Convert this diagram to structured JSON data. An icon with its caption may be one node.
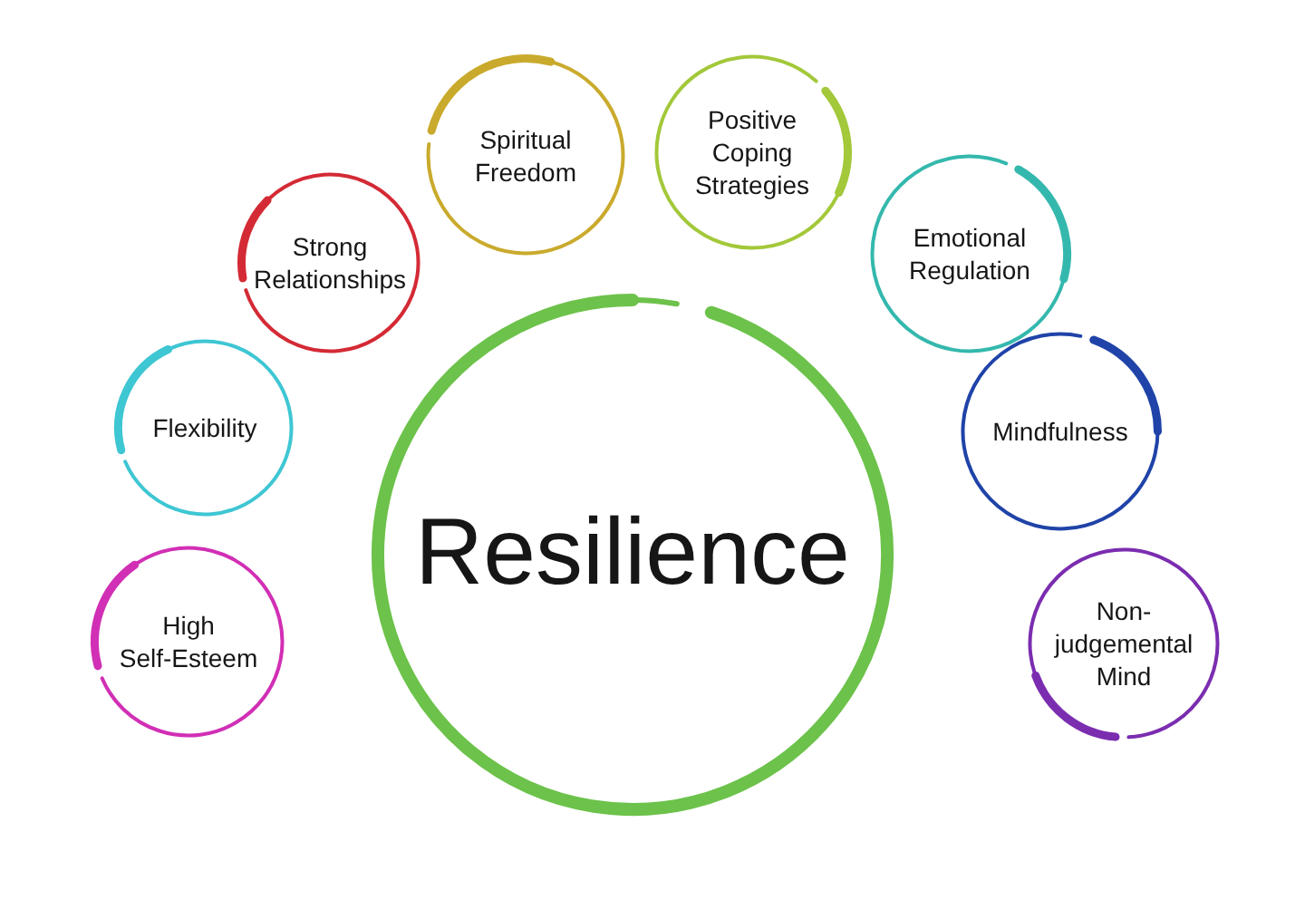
{
  "diagram": {
    "nodes": [
      {
        "text": [
          "Resilience"
        ]
      },
      {
        "text": [
          "High Self-Esteem"
        ]
      },
      {
        "text": [
          "Flexibility"
        ]
      },
      {
        "text": [
          "Strong Relationships"
        ]
      },
      {
        "text": [
          "Spiritual Freedom"
        ]
      },
      {
        "text": [
          "Positive Coping Strategies"
        ]
      },
      {
        "text": [
          "Emotional Regulation"
        ]
      },
      {
        "text": [
          "Mindfulness"
        ]
      },
      {
        "text": [
          "Non-judgemental Mind"
        ]
      }
    ]
  }
}
